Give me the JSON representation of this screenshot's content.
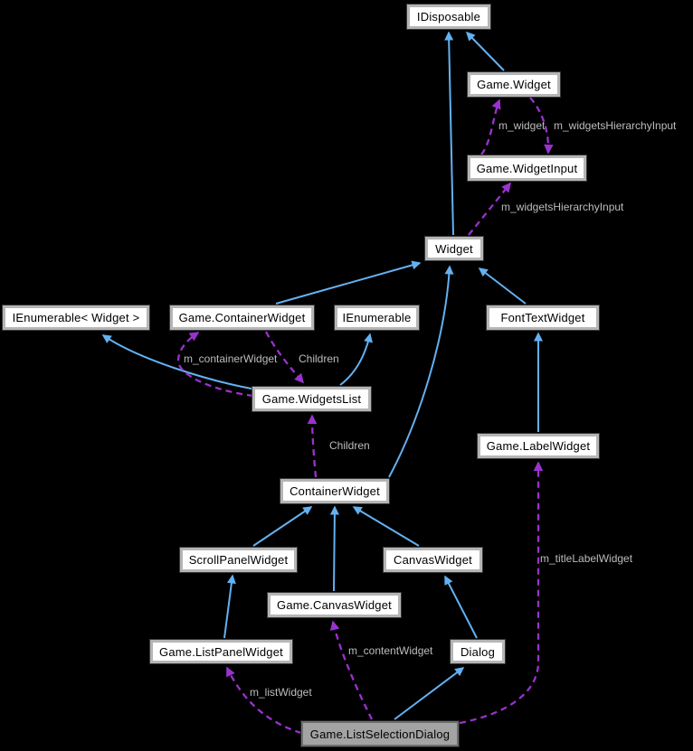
{
  "diagram": {
    "type": "class-collaboration-graph",
    "background_color": "#000000",
    "inheritance_edge_color": "#63b1f2",
    "collaboration_edge_color": "#9a32cd",
    "edge_label_color": "#bdbdbd",
    "node_fill": "#ffffff",
    "node_border": "#b5b5b5",
    "selected_node_fill": "#a3a3a3",
    "nodes": {
      "idisposable": {
        "label": "IDisposable"
      },
      "game_widget": {
        "label": "Game.Widget"
      },
      "game_widgetinput": {
        "label": "Game.WidgetInput"
      },
      "widget": {
        "label": "Widget"
      },
      "ienumerable_widget": {
        "label": "IEnumerable< Widget >"
      },
      "game_containerwidget": {
        "label": "Game.ContainerWidget"
      },
      "ienumerable": {
        "label": "IEnumerable"
      },
      "fonttextwidget": {
        "label": "FontTextWidget"
      },
      "game_widgetslist": {
        "label": "Game.WidgetsList"
      },
      "game_labelwidget": {
        "label": "Game.LabelWidget"
      },
      "containerwidget": {
        "label": "ContainerWidget"
      },
      "scrollpanelwidget": {
        "label": "ScrollPanelWidget"
      },
      "canvaswidget": {
        "label": "CanvasWidget"
      },
      "game_canvaswidget": {
        "label": "Game.CanvasWidget"
      },
      "game_listpanelwidget": {
        "label": "Game.ListPanelWidget"
      },
      "dialog": {
        "label": "Dialog"
      },
      "game_listselectiondialog": {
        "label": "Game.ListSelectionDialog",
        "selected": true
      }
    },
    "edge_labels": {
      "m_widget": "m_widget",
      "m_widgetsHierarchyInput_top": "m_widgetsHierarchyInput",
      "m_widgetsHierarchyInput_mid": "m_widgetsHierarchyInput",
      "m_containerWidget": "m_containerWidget",
      "children_upper": "Children",
      "children_lower": "Children",
      "m_titleLabelWidget": "m_titleLabelWidget",
      "m_contentWidget": "m_contentWidget",
      "m_listWidget": "m_listWidget"
    }
  }
}
